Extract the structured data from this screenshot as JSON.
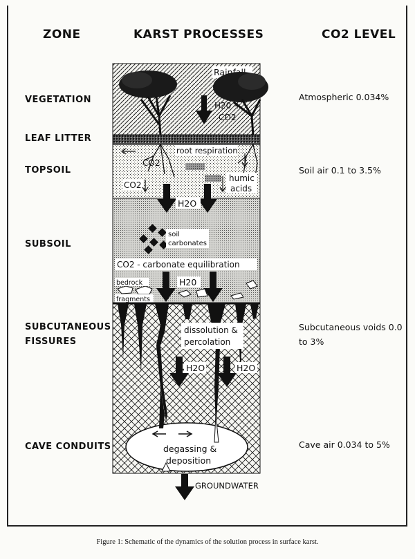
{
  "headers": {
    "zone": "ZONE",
    "processes": "KARST PROCESSES",
    "co2": "CO2 LEVEL"
  },
  "zones": [
    {
      "label": "VEGETATION",
      "co2": "Atmospheric 0.034%"
    },
    {
      "label": "LEAF LITTER",
      "co2": ""
    },
    {
      "label": "TOPSOIL",
      "co2": "Soil air 0.1 to 3.5%"
    },
    {
      "label": "SUBSOIL",
      "co2": ""
    },
    {
      "label": "SUBCUTANEOUS FISSURES",
      "co2": "Subcutaneous voids 0.0 to 3%"
    },
    {
      "label": "CAVE CONDUITS",
      "co2": "Cave air 0.034 to 5%"
    }
  ],
  "diagram": {
    "rainfall": "Rainfall",
    "h2o_co2_line1": "H20 +",
    "h2o_co2_line2": "CO2",
    "root_respiration": "root respiration",
    "co2_topsoil_a": "CO2",
    "co2_topsoil_b": "CO2",
    "humic_line1": "humic",
    "humic_line2": "acids",
    "h2o_subsoil": "H2O",
    "soil_line1": "soil",
    "soil_line2": "carbonates",
    "equilibration": "CO2 - carbonate equilibration",
    "bedrock_line1": "bedrock",
    "bedrock_line2": "fragments",
    "h2o_lower_subsoil": "H20",
    "dissolution_line1": "dissolution &",
    "dissolution_line2": "percolation",
    "h2o_fissure_left": "H2O",
    "h2o_fissure_right": "H2O",
    "degassing_line1": "degassing &",
    "degassing_line2": "deposition",
    "groundwater": "GROUNDWATER"
  },
  "caption": "Figure 1: Schematic of the dynamics of the solution process in surface karst."
}
